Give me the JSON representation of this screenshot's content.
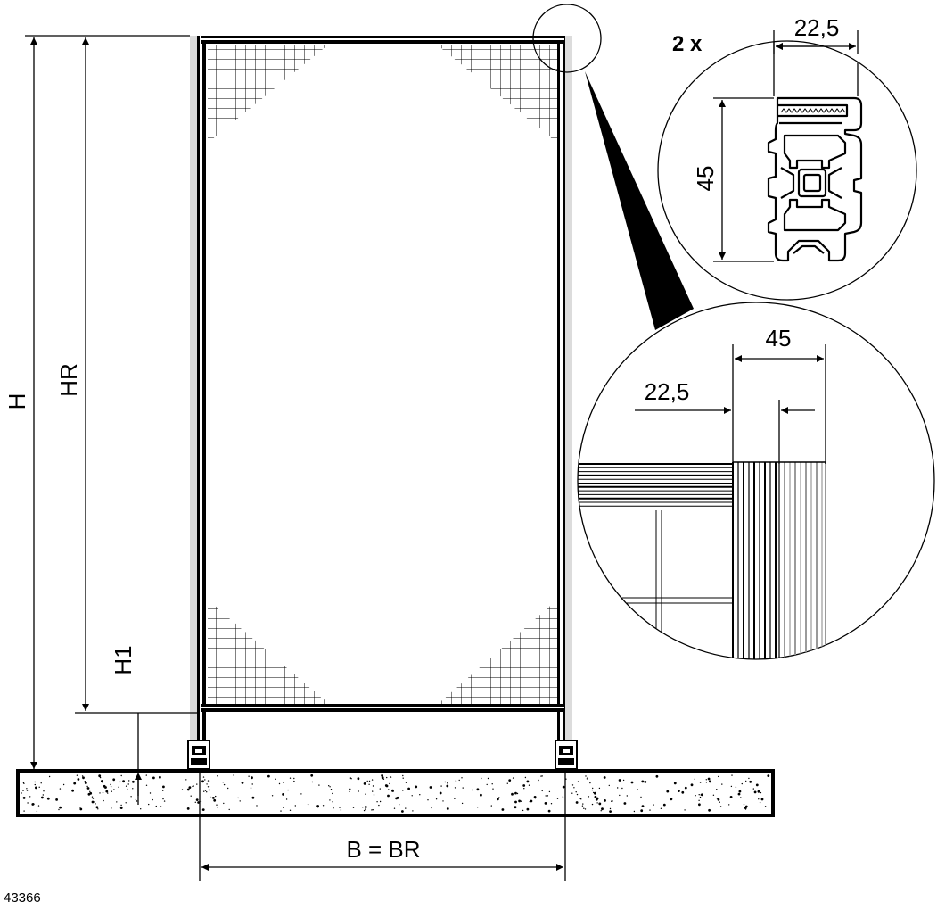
{
  "drawing": {
    "dimensions": {
      "overall_height": "H",
      "panel_height": "HR",
      "floor_clearance": "H1",
      "width": "B = BR"
    },
    "detail_profile": {
      "quantity": "2 x",
      "width": "22,5",
      "height": "45"
    },
    "detail_corner": {
      "outer": "45",
      "inner": "22,5"
    },
    "drawing_number": "43366"
  }
}
